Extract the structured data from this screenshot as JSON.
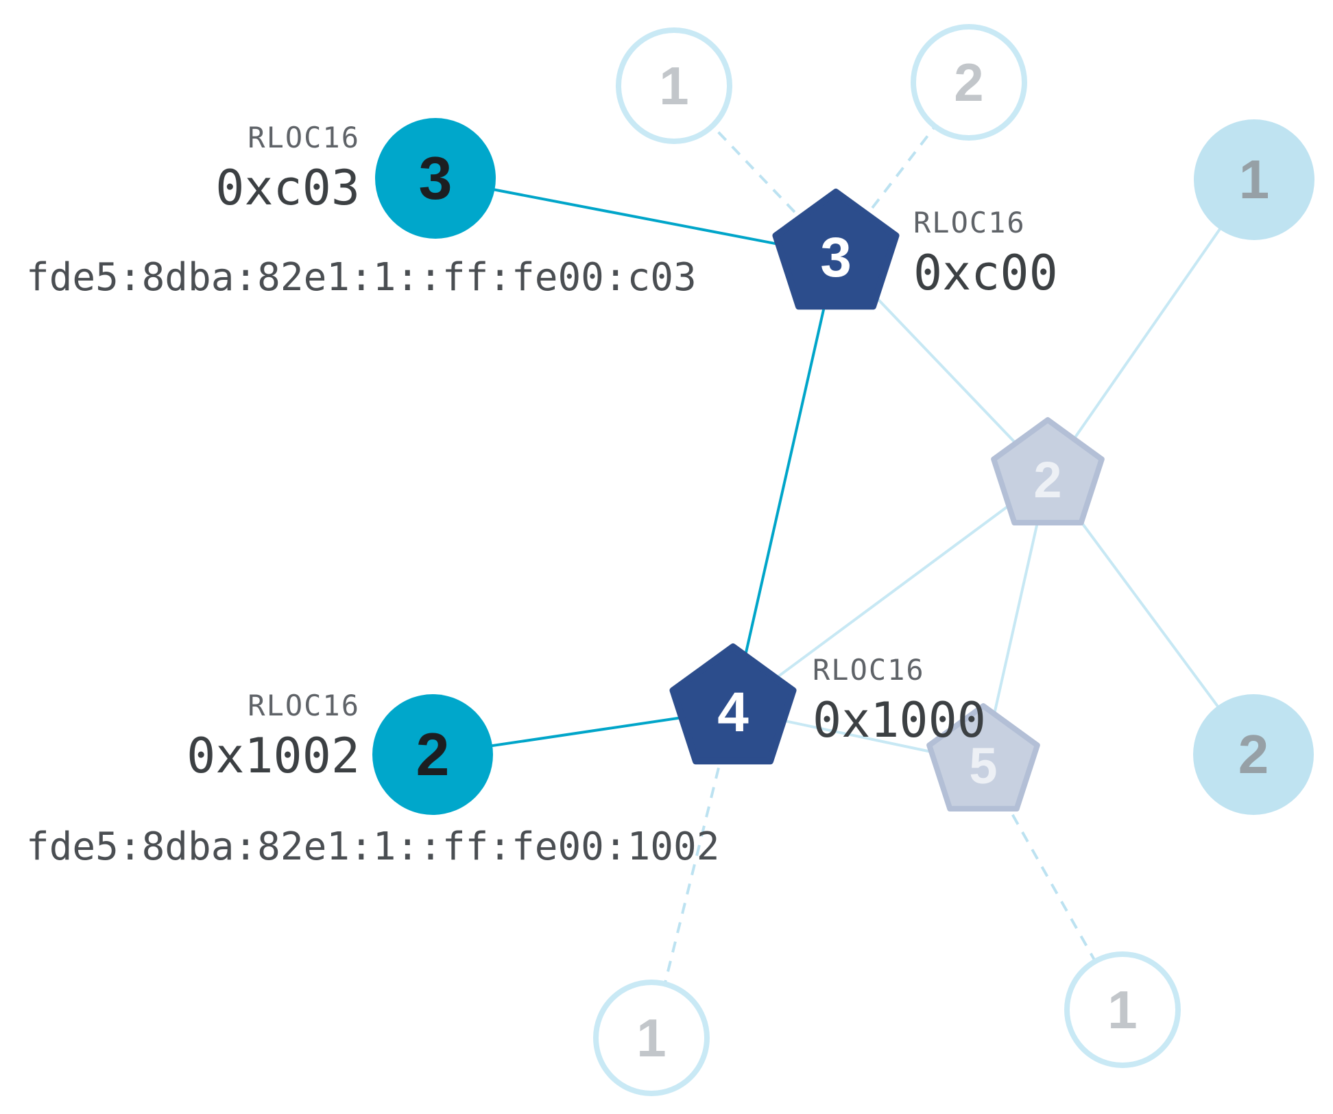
{
  "diagram": {
    "type": "thread-network-topology",
    "nodes": {
      "child_c03": {
        "label": "3",
        "rloc16_caption": "RLOC16",
        "rloc16": "0xc03",
        "ipv6": "fde5:8dba:82e1:1::ff:fe00:c03"
      },
      "router_c00": {
        "label": "3",
        "rloc16_caption": "RLOC16",
        "rloc16": "0xc00"
      },
      "router_1000": {
        "label": "4",
        "rloc16_caption": "RLOC16",
        "rloc16": "0x1000"
      },
      "child_1002": {
        "label": "2",
        "rloc16_caption": "RLOC16",
        "rloc16": "0x1002",
        "ipv6": "fde5:8dba:82e1:1::ff:fe00:1002"
      },
      "router_2_faded": {
        "label": "2"
      },
      "router_5_faded": {
        "label": "5"
      },
      "child_top_1": {
        "label": "1"
      },
      "child_top_2": {
        "label": "2"
      },
      "child_right_1": {
        "label": "1"
      },
      "child_right_2": {
        "label": "2"
      },
      "child_bottom_left_1": {
        "label": "1"
      },
      "child_bottom_right_1": {
        "label": "1"
      }
    },
    "edges": [
      {
        "from": "child_c03",
        "to": "router_c00",
        "style": "active"
      },
      {
        "from": "router_c00",
        "to": "router_1000",
        "style": "active"
      },
      {
        "from": "child_1002",
        "to": "router_1000",
        "style": "active"
      },
      {
        "from": "router_c00",
        "to": "router_2_faded",
        "style": "faded"
      },
      {
        "from": "router_2_faded",
        "to": "child_right_1",
        "style": "faded"
      },
      {
        "from": "router_2_faded",
        "to": "child_right_2",
        "style": "faded"
      },
      {
        "from": "router_2_faded",
        "to": "router_1000",
        "style": "faded"
      },
      {
        "from": "router_2_faded",
        "to": "router_5_faded",
        "style": "faded"
      },
      {
        "from": "router_1000",
        "to": "router_5_faded",
        "style": "faded"
      },
      {
        "from": "router_c00",
        "to": "child_top_1",
        "style": "dashed"
      },
      {
        "from": "router_c00",
        "to": "child_top_2",
        "style": "dashed"
      },
      {
        "from": "router_1000",
        "to": "child_bottom_left_1",
        "style": "dashed"
      },
      {
        "from": "router_5_faded",
        "to": "child_bottom_right_1",
        "style": "dashed"
      }
    ],
    "colors": {
      "active_child_fill": "#00a7cb",
      "active_router_fill": "#2c4d8c",
      "faded_router_fill": "#c7d0e0",
      "faded_router_stroke": "#b3bfd6",
      "light_child_fill": "#bfe3f1",
      "outline_child_stroke": "#c9e9f5",
      "edge_active": "#00a5c9",
      "edge_faded": "#c7e8f4",
      "edge_dashed": "#bce2f1",
      "caption_text": "#5f6368",
      "value_text": "#3c4043",
      "ipv6_text": "#4a4e52"
    }
  }
}
